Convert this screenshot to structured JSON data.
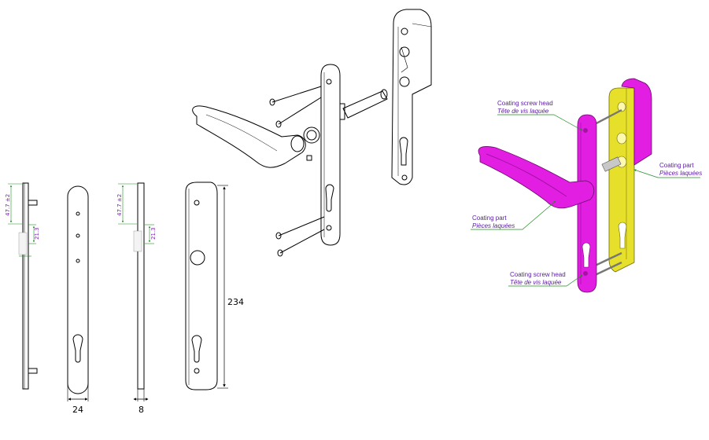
{
  "dimensions": {
    "width": "24",
    "thickness": "8",
    "height": "234",
    "offset_a": "47.7",
    "offset_a_tol": "±2",
    "offset_b": "21.3"
  },
  "callouts": [
    {
      "en": "Coating screw head",
      "fr": "Tête de vis laquée"
    },
    {
      "en": "Coating part",
      "fr": "Pièces laquées"
    },
    {
      "en": "Coating part",
      "fr": "Pièces laquées"
    },
    {
      "en": "Coating screw head",
      "fr": "Tête de vis laquée"
    }
  ],
  "colors": {
    "coating": "#e31ee3",
    "coating_dark": "#a512a5",
    "yellow_part": "#e6e02a",
    "callout_line": "#1f8f1f",
    "callout_text": "#5b1aa8"
  }
}
